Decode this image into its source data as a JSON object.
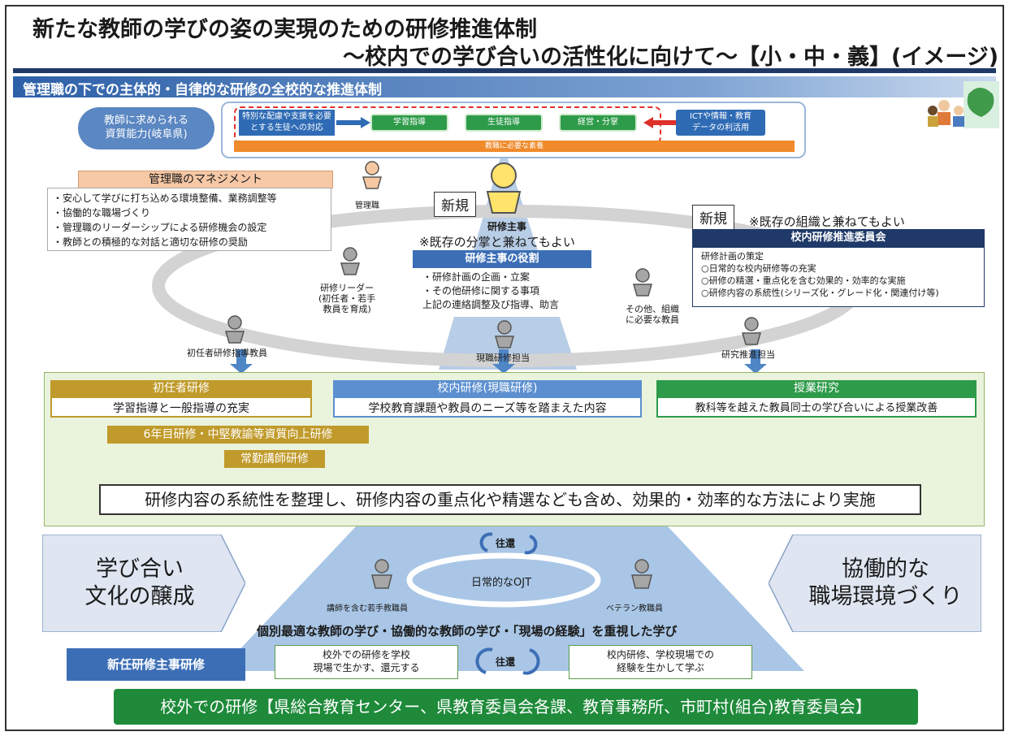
{
  "title": {
    "line1": "新たな教師の学びの姿の実現のための研修推進体制",
    "line2": "～校内での学び合いの活性化に向けて～【小・中・義】(イメージ)"
  },
  "band": "管理職の下での主体的・自律的な研修の全校的な推進体制",
  "top": {
    "qualities": [
      "教師に求められる",
      "資質能力(岐阜県)"
    ],
    "special_needs": [
      "特別な配慮や支援を必要",
      "とする生徒への対応"
    ],
    "pills": [
      "学習指導",
      "生徒指導",
      "経営・分掌"
    ],
    "ict": [
      "ICTや情報・教育",
      "データの利活用"
    ],
    "base": "教職に必要な素養"
  },
  "management": {
    "heading": "管理職のマネジメント",
    "items": [
      "・安心して学びに打ち込める環境整備、業務調整等",
      "・協働的な職場づくり",
      "・管理職のリーダーシップによる研修機会の設定",
      "・教師との積極的な対話と適切な研修の奨励"
    ]
  },
  "people": {
    "admin": "管理職",
    "coordinator": "研修主事",
    "coordinator_note": "※既存の分掌と兼ねてもよい",
    "leader": [
      "研修リーダー",
      "(初任者・若手",
      "教員を育成)"
    ],
    "others": [
      "その他、組織",
      "に必要な教員"
    ],
    "mentor": "初任者研修指導教員",
    "inservice": "現職研修担当",
    "research": "研究推進担当"
  },
  "new_label": "新規",
  "committee_note": "※既存の組織と兼ねてもよい",
  "role": {
    "heading": "研修主事の役割",
    "items": [
      "・研修計画の企画・立案",
      "・その他研修に関する事項",
      "上記の連絡調整及び指導、助言"
    ]
  },
  "committee": {
    "heading": "校内研修推進委員会",
    "items": [
      "研修計画の策定",
      "○日常的な校内研修等の充実",
      "○研修の精選・重点化を含む効果的・効率的な実施",
      "○研修内容の系統性(シリーズ化・グレード化・関連付け等)"
    ]
  },
  "sections": [
    {
      "title": "初任者研修",
      "body": "学習指導と一般指導の充実"
    },
    {
      "title": "校内研修(現職研修)",
      "body": "学校教育課題や教員のニーズ等を踏まえた内容"
    },
    {
      "title": "授業研究",
      "body": "教科等を越えた教員同士の学び合いによる授業改善"
    }
  ],
  "gold_bars": [
    "6年目研修・中堅教諭等資質向上研修",
    "常勤講師研修"
  ],
  "summary": "研修内容の系統性を整理し、研修内容の重点化や精選なども含め、効果的・効率的な方法により実施",
  "left_goal": [
    "学び合い",
    "文化の醸成"
  ],
  "right_goal": [
    "協働的な",
    "職場環境づくり"
  ],
  "ojt": {
    "roundtrip": "往還",
    "center": "日常的なOJT",
    "young": "講師を含む若手教職員",
    "veteran": "ベテラン教職員",
    "caption": "個別最適な教師の学び・協働的な教師の学び・「現場の経験」を重視した学び"
  },
  "callouts": {
    "left": [
      "校外での研修を学校",
      "現場で生かす、還元する"
    ],
    "right": [
      "校内研修、学校現場での",
      "経験を生かして学ぶ"
    ]
  },
  "new_coordinator_training": "新任研修主事研修",
  "bottom": "校外での研修【県総合教育センター、県教育委員会各課、教育事務所、市町村(組合)教育委員会】"
}
